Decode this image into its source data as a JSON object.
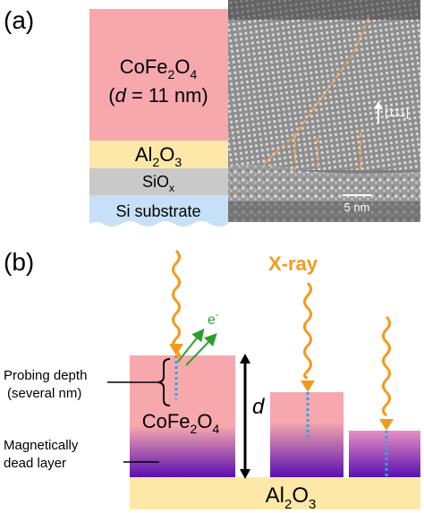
{
  "panel_a": {
    "label": "(a)",
    "layers": [
      {
        "name": "CoFe2O4",
        "text_main": "CoFe",
        "sub1": "2",
        "text_o": "O",
        "sub2": "4",
        "thickness_open": "(",
        "thickness_d": "d",
        "thickness_rest": " = 11 nm)",
        "color": "#f6a8ad"
      },
      {
        "name": "Al2O3",
        "text_main": "Al",
        "sub1": "2",
        "text_o": "O",
        "sub2": "3",
        "color": "#fde8a8"
      },
      {
        "name": "SiOx",
        "text_main": "SiO",
        "sub1": "x",
        "color": "#c9c9c9"
      },
      {
        "name": "Si substrate",
        "text_main": "Si substrate",
        "color": "#c6e0f7"
      }
    ],
    "tem": {
      "direction_label": "[111]",
      "scale_bar_label": "5 nm",
      "boundary_color": "#f5a04a"
    }
  },
  "panel_b": {
    "label": "(b)",
    "xray_label": "X-ray",
    "electron_label": "e",
    "electron_sup": "-",
    "probing_depth_line1": "Probing depth",
    "probing_depth_line2": "(several nm)",
    "film_label_main": "CoFe",
    "film_sub1": "2",
    "film_label_o": "O",
    "film_sub2": "4",
    "thickness_symbol": "d",
    "dead_layer_line1": "Magnetically",
    "dead_layer_line2": "dead layer",
    "substrate_main": "Al",
    "substrate_sub1": "2",
    "substrate_o": "O",
    "substrate_sub2": "3",
    "colors": {
      "xray": "#f39a1e",
      "electron": "#2ca02c",
      "film_top": "#f6a8ad",
      "dead_layer": "#5a0fb0",
      "probe_line": "#2aa7e6",
      "substrate": "#fde8a8"
    }
  }
}
